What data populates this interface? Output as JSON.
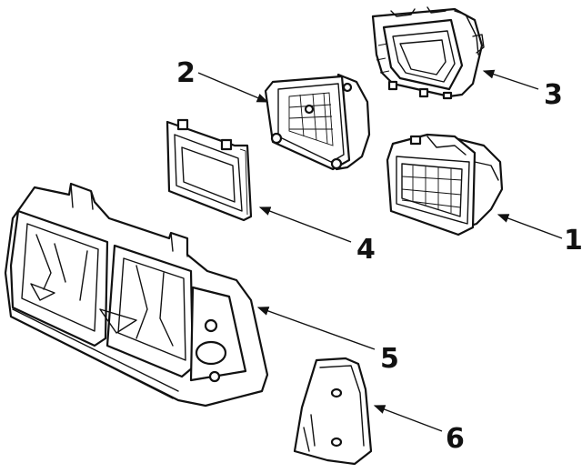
{
  "callouts": [
    {
      "label": "1",
      "part": "headlamp-capsule-right"
    },
    {
      "label": "2",
      "part": "sealed-beam-lamp"
    },
    {
      "label": "3",
      "part": "headlamp-housing"
    },
    {
      "label": "4",
      "part": "headlamp-bezel-lens"
    },
    {
      "label": "5",
      "part": "headlamp-mounting-panel"
    },
    {
      "label": "6",
      "part": "side-marker-lens"
    }
  ],
  "colors": {
    "ink": "#111111",
    "paper": "#ffffff"
  }
}
